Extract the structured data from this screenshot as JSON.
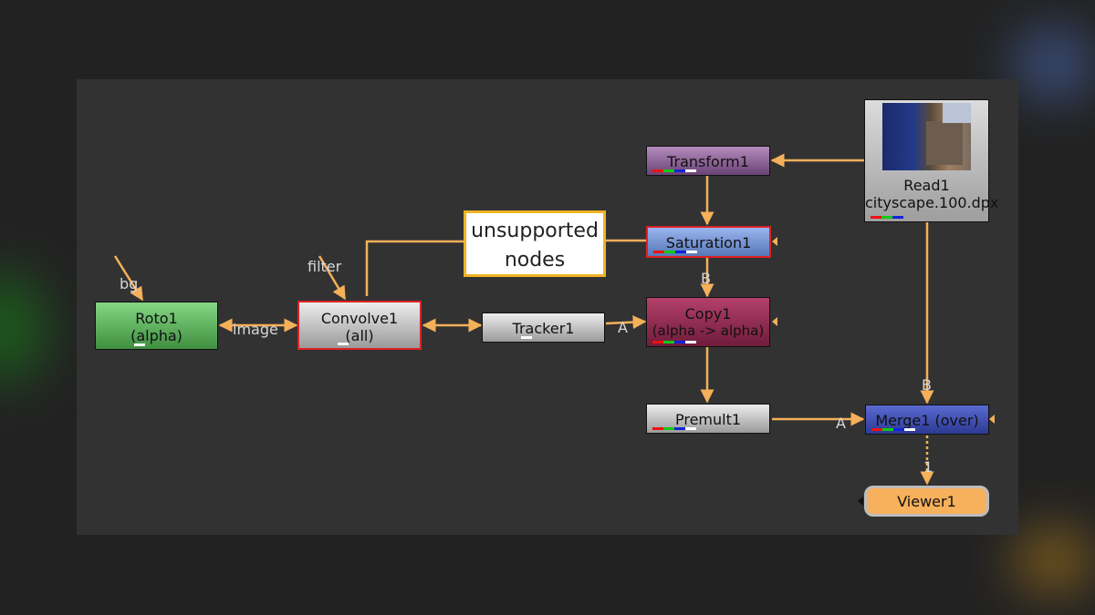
{
  "nodes": {
    "roto": {
      "name": "Roto1",
      "sub": "(alpha)"
    },
    "convolve": {
      "name": "Convolve1",
      "sub": "(all)"
    },
    "tracker": {
      "name": "Tracker1"
    },
    "transform": {
      "name": "Transform1"
    },
    "saturation": {
      "name": "Saturation1"
    },
    "copy": {
      "name": "Copy1",
      "sub": "(alpha -> alpha)"
    },
    "premult": {
      "name": "Premult1"
    },
    "read": {
      "name": "Read1",
      "sub": "cityscape.100.dpx"
    },
    "merge": {
      "name": "Merge1 (over)"
    },
    "viewer": {
      "name": "Viewer1"
    }
  },
  "inputs": {
    "bg": "bg",
    "image": "image",
    "filter": "filter",
    "b_copy": "B",
    "a_copy": "A",
    "a_merge": "A",
    "b_merge": "B",
    "viewer_in": "1"
  },
  "note": {
    "line1": "unsupported",
    "line2": "nodes"
  },
  "colors": {
    "wire": "#f5b05a",
    "note_border": "#f0b323",
    "selected": "#dd2222",
    "roto": "#6fc46f",
    "transform": "#8a5f96",
    "saturation": "#6f8fd0",
    "copy": "#8e2a4c",
    "merge": "#3f4fb0",
    "viewer": "#f7b05c"
  }
}
